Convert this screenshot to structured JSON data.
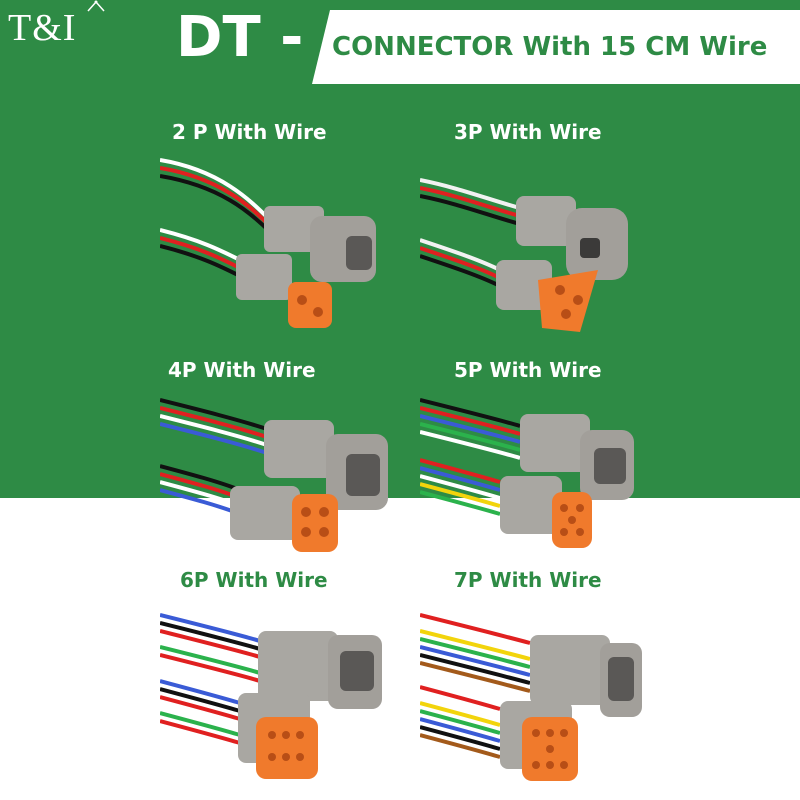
{
  "header": {
    "logo_text": "T&I",
    "title": "DT -",
    "subtitle": "CONNECTOR With 15 CM Wire"
  },
  "products": [
    {
      "label": "2 P With Wire",
      "pins": 2
    },
    {
      "label": "3P With Wire",
      "pins": 3
    },
    {
      "label": "4P With Wire",
      "pins": 4
    },
    {
      "label": "5P With Wire",
      "pins": 5
    },
    {
      "label": "6P With Wire",
      "pins": 6
    },
    {
      "label": "7P With Wire",
      "pins": 7
    }
  ],
  "colors": {
    "brand_green": "#2e8b45",
    "connector_grey": "#a9a7a2",
    "seal_orange": "#f07a2c"
  }
}
